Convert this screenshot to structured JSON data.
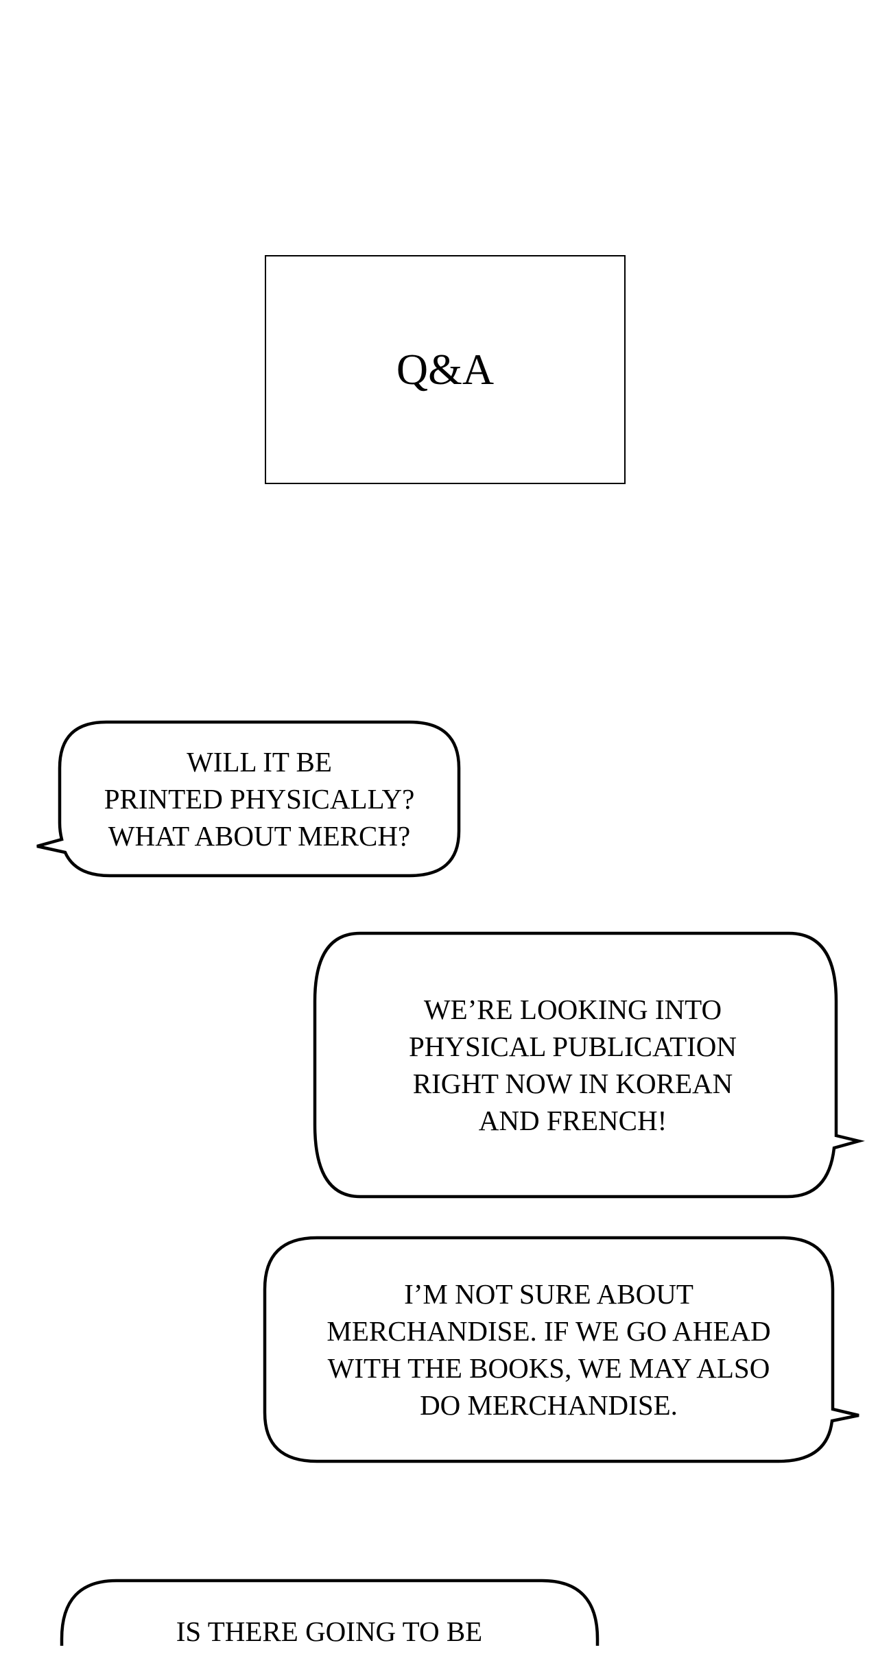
{
  "title": "Q&A",
  "bubbles": [
    {
      "speaker": "question",
      "text": "WILL IT BE\nPRINTED PHYSICALLY?\nWHAT ABOUT MERCH?"
    },
    {
      "speaker": "answer",
      "text": "WE’RE LOOKING INTO\nPHYSICAL PUBLICATION\nRIGHT NOW IN KOREAN\nAND FRENCH!"
    },
    {
      "speaker": "answer",
      "text": "I’M NOT SURE ABOUT\nMERCHANDISE. IF WE GO AHEAD\nWITH THE BOOKS, WE MAY ALSO\nDO MERCHANDISE."
    },
    {
      "speaker": "question",
      "text": "IS THERE GOING TO BE"
    }
  ]
}
